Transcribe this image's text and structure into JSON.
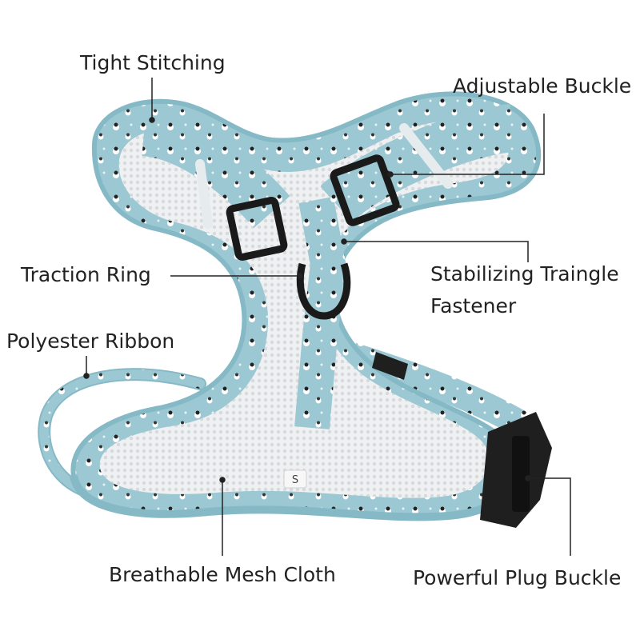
{
  "labels": {
    "tight_stitching": "Tight Stitching",
    "adjustable_buckle": "Adjustable Buckle",
    "traction_ring": "Traction Ring",
    "stabilizing_line1": "Stabilizing Traingle",
    "stabilizing_line2": "Fastener",
    "polyester_ribbon": "Polyester Ribbon",
    "breathable_mesh": "Breathable Mesh Cloth",
    "plug_buckle": "Powerful Plug Buckle"
  },
  "product": {
    "size_tag": "S"
  },
  "colors": {
    "harness_blue": "#9cc8d3",
    "trim_blue": "#86b9c6",
    "mesh_white": "#eef0f1",
    "hardware_black": "#1a1a1a",
    "leader_line": "#222222"
  }
}
